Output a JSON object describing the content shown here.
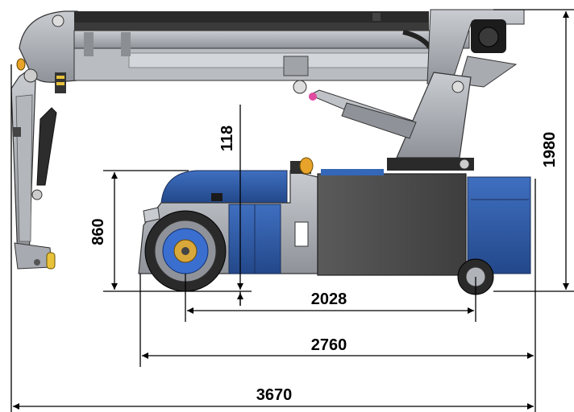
{
  "dimensions": {
    "boom_clearance": "118",
    "body_height": "860",
    "total_height": "1980",
    "wheelbase": "2028",
    "body_length": "2760",
    "total_length": "3670"
  },
  "colors": {
    "body_blue": "#2f5aa6",
    "frame_grey": "#9ea2a8",
    "panel_dark": "#4a4a4a",
    "tire_black": "#2a2a2a",
    "line_black": "#000000"
  }
}
